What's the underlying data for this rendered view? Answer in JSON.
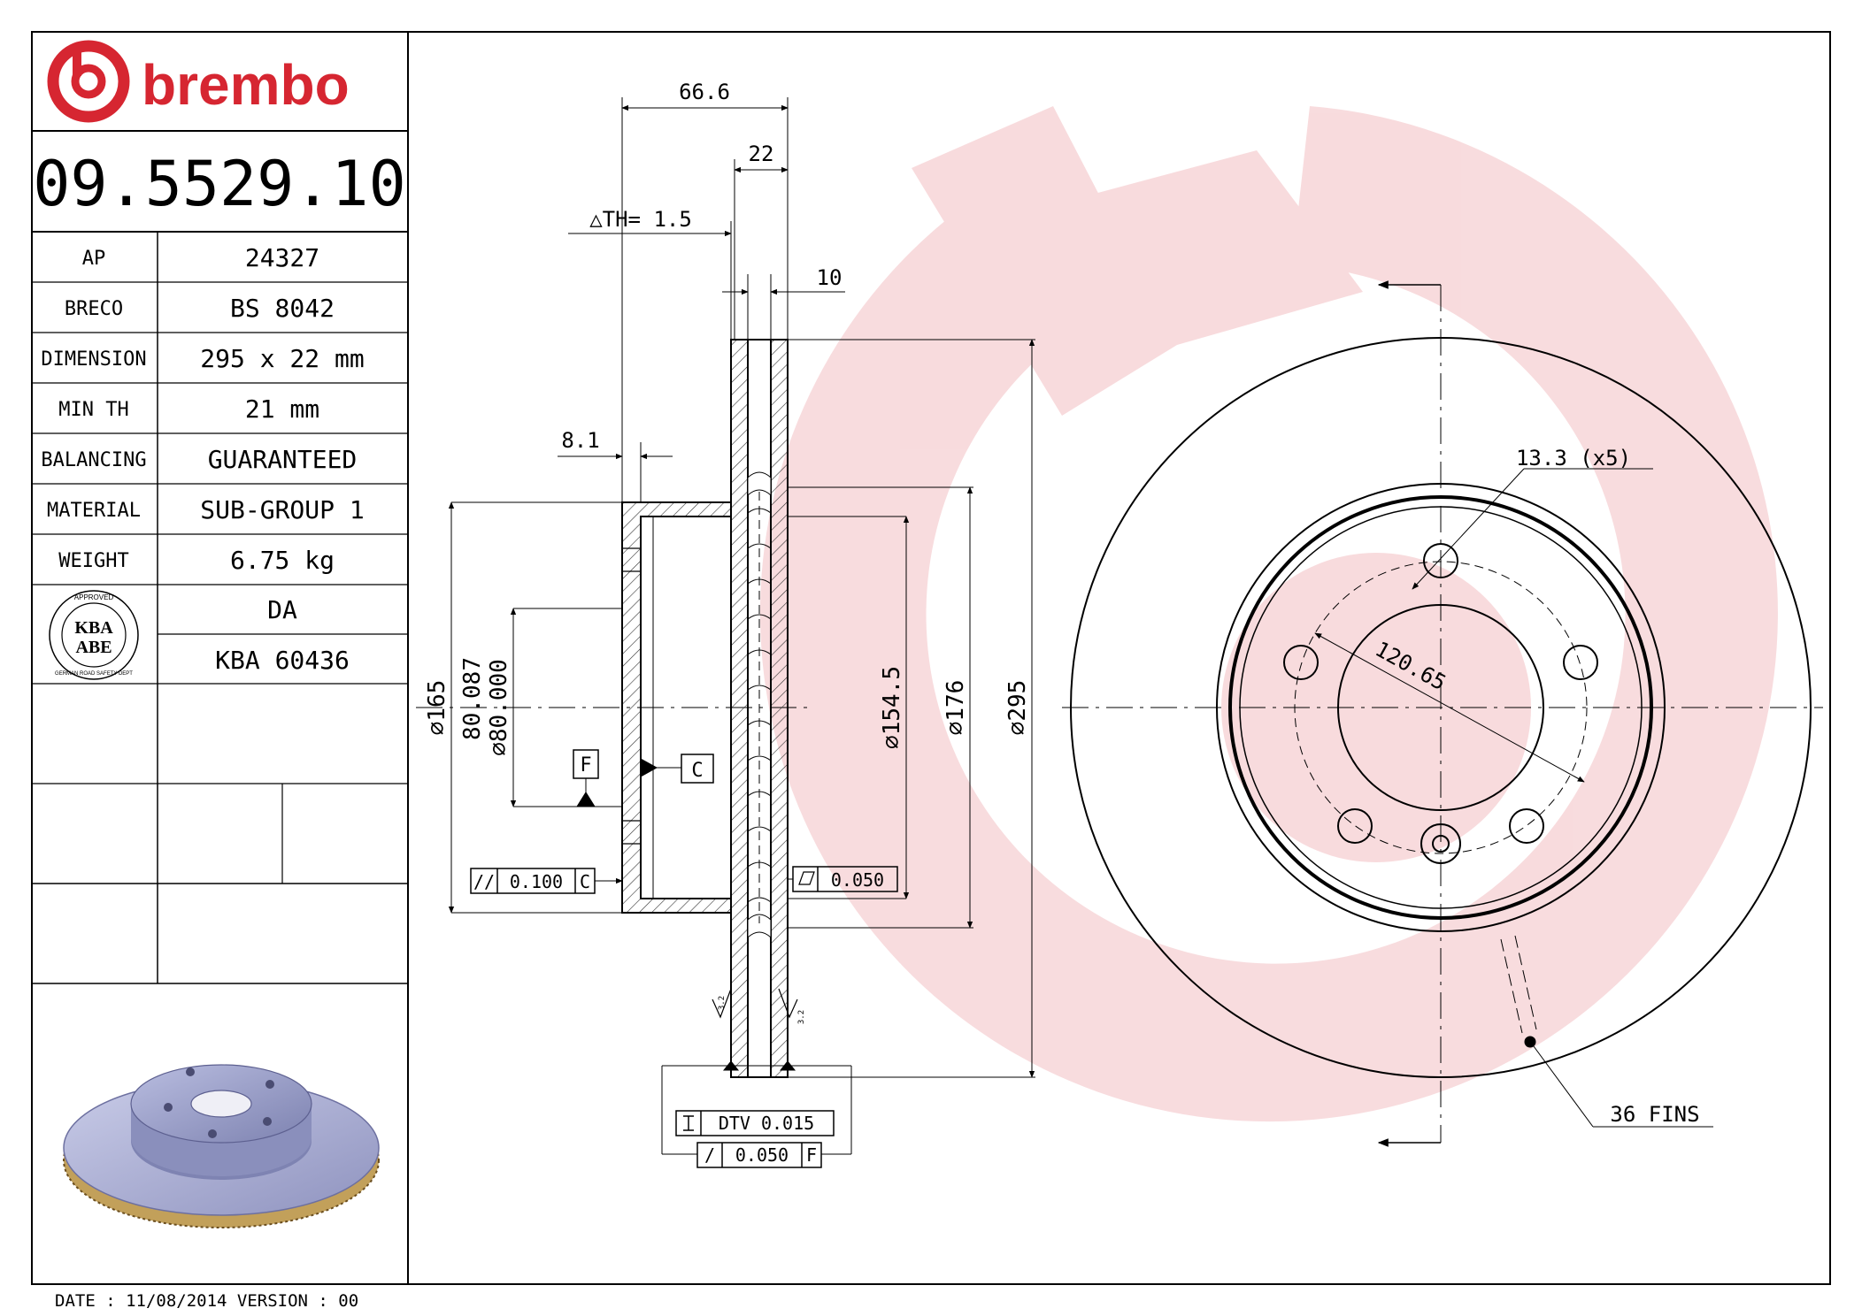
{
  "brand": {
    "name": "brembo",
    "color": "#d62631"
  },
  "part_number": "09.5529.10",
  "specs": [
    {
      "label": "AP",
      "value": "24327"
    },
    {
      "label": "BRECO",
      "value": "BS 8042"
    },
    {
      "label": "DIMENSION",
      "value": "295 x 22 mm"
    },
    {
      "label": "MIN TH",
      "value": "21 mm"
    },
    {
      "label": "BALANCING",
      "value": "GUARANTEED"
    },
    {
      "label": "MATERIAL",
      "value": "SUB-GROUP 1"
    },
    {
      "label": "WEIGHT",
      "value": "6.75 kg"
    }
  ],
  "approval": {
    "seal_top": "APPROVED",
    "seal_line1": "KBA",
    "seal_line2": "ABE",
    "seal_bottom": "GERMAN ROAD SAFETY DEPT",
    "value1": "DA",
    "value2": "KBA 60436"
  },
  "footer": {
    "date_text": "DATE : 11/08/2014 VERSION : 00"
  },
  "drawing": {
    "dim_overall_offset": "66.6",
    "dim_thickness": "22",
    "dim_th": "△TH= 1.5",
    "dim_cheek": "10",
    "dim_hat": "8.1",
    "dia_165": "⌀165",
    "dia_80_upper": "80.087",
    "dia_80_lower": "⌀80.000",
    "dia_154": "⌀154.5",
    "dia_176": "⌀176",
    "dia_295": "⌀295",
    "datum_f": "F",
    "datum_c": "C",
    "tol_parallel_sym": "//",
    "tol_parallel_val": "0.100",
    "tol_parallel_ref": "C",
    "tol_flat_val": "0.050",
    "tol_dtv_val": "DTV 0.015",
    "tol_runout_sym": "/",
    "tol_runout_val": "0.050",
    "tol_runout_ref": "F",
    "roughness_1": "3.2",
    "roughness_2": "3.2",
    "hole_label": "13.3 (x5)",
    "pcd_label": "120.65",
    "fins_label": "36 FINS"
  }
}
